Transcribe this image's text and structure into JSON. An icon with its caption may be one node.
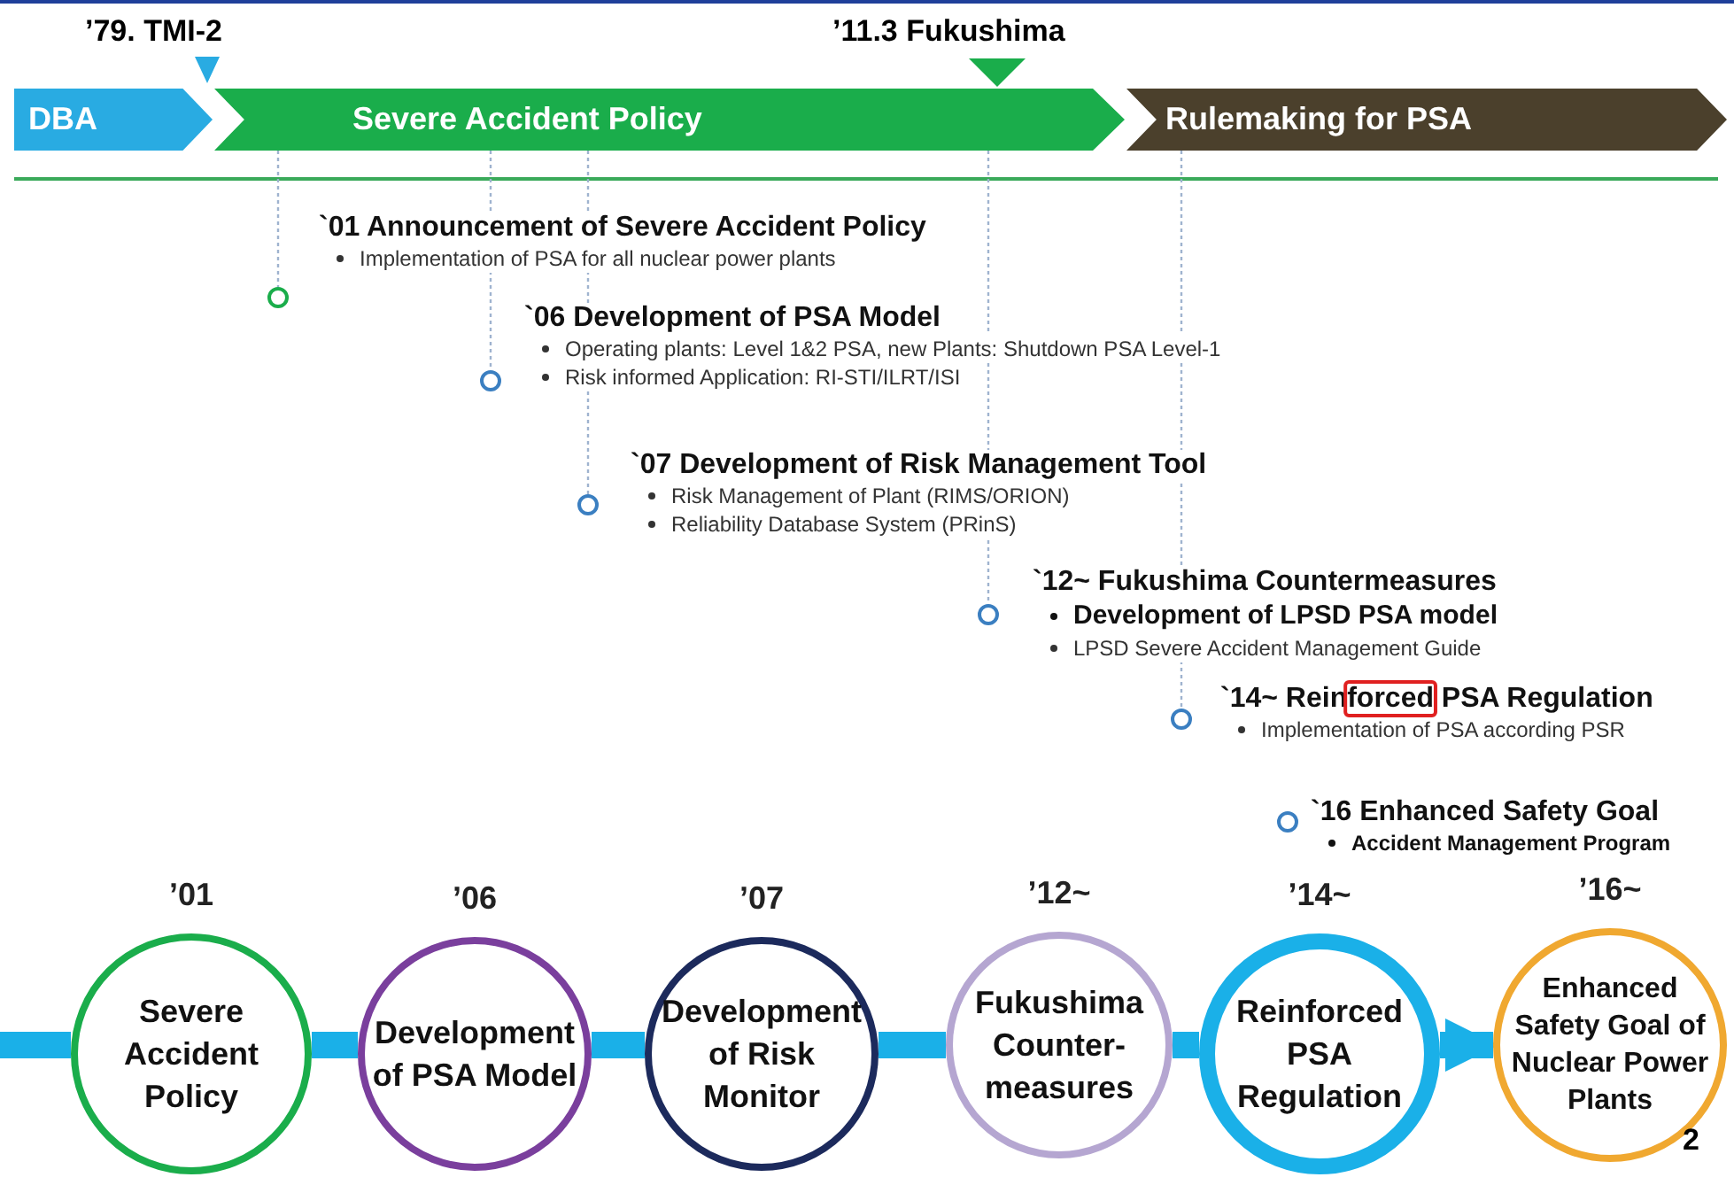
{
  "diagram": {
    "nodes": [
      {
        "text": [
          "DBA"
        ]
      },
      {
        "text": [
          "Severe Accident Policy"
        ]
      },
      {
        "text": [
          "Rulemaking for PSA"
        ]
      },
      {
        "text": [
          "`01 Announcement  of Severe Accident Policy",
          "Implementation of PSA for all nuclear power plants"
        ]
      },
      {
        "text": [],
        "shape": "circle"
      },
      {
        "text": [
          "`06 Development of PSA Model",
          "Operating plants: Level 1&2 PSA, new Plants: Shutdown PSA Level-1",
          "Risk informed Application: RI-STI/ILRT/ISI"
        ]
      },
      {
        "text": [],
        "shape": "circle"
      },
      {
        "text": [
          "`07 Development of Risk Management Tool",
          "Risk Management of Plant (RIMS/ORION)",
          "Reliability Database System (PRinS)"
        ]
      },
      {
        "text": [],
        "shape": "circle"
      },
      {
        "text": [
          "`12~ Fukushima Countermeasures",
          "Development of LPSD PSA model",
          "LPSD Severe Accident Management Guide"
        ]
      },
      {
        "text": [],
        "shape": "circle"
      },
      {
        "text": [
          "`14~ Reinforced PSA Regulation",
          "Implementation of PSA according PSR"
        ]
      },
      {
        "text": [],
        "shape": "circle"
      },
      {
        "text": [
          "`16 Enhanced Safety Goal",
          "Accident Management **Program**"
        ]
      },
      {
        "text": [],
        "shape": "circle"
      },
      {
        "text": [
          "Severe Accident Policy"
        ],
        "beside": [
          "’01"
        ]
      },
      {
        "text": [
          "Development of PSA Model"
        ],
        "beside": [
          "’06"
        ]
      },
      {
        "text": [
          "Development of Risk Monitor"
        ],
        "beside": [
          "’07"
        ]
      },
      {
        "text": [
          "Fukushima Counter-measures"
        ],
        "beside": [
          "’12~"
        ]
      },
      {
        "text": [
          "Reinforced PSA Regulation"
        ],
        "beside": [
          "’14~"
        ]
      },
      {
        "text": [
          "Enhanced Safety Goal of Nuclear Power Plants"
        ],
        "beside": [
          "’16~"
        ]
      }
    ],
    "edges": [
      {
        "from": 1,
        "to": 4,
        "arrow": "none",
        "style": "dashed",
        "color": "#9fb3cf"
      },
      {
        "from": 1,
        "to": 6,
        "arrow": "none",
        "style": "dashed",
        "color": "#9fb3cf"
      },
      {
        "from": 1,
        "to": 8,
        "arrow": "none",
        "style": "dashed",
        "color": "#9fb3cf"
      },
      {
        "from": 1,
        "to": 10,
        "arrow": "none",
        "style": "dashed",
        "color": "#9fb3cf"
      },
      {
        "from": 2,
        "to": 12,
        "arrow": "none",
        "style": "dashed",
        "color": "#9fb3cf"
      },
      {
        "from": null,
        "to": 15,
        "arrow": "none"
      },
      {
        "from": 15,
        "to": 16,
        "arrow": "none"
      },
      {
        "from": 16,
        "to": 17,
        "arrow": "none"
      },
      {
        "from": 17,
        "to": 18,
        "arrow": "none"
      },
      {
        "from": 18,
        "to": 19,
        "arrow": "none"
      },
      {
        "from": 19,
        "to": 20,
        "arrow": "to"
      }
    ],
    "labels": [
      "’79. TMI-2",
      "’11.3 Fukushima",
      "2"
    ]
  }
}
